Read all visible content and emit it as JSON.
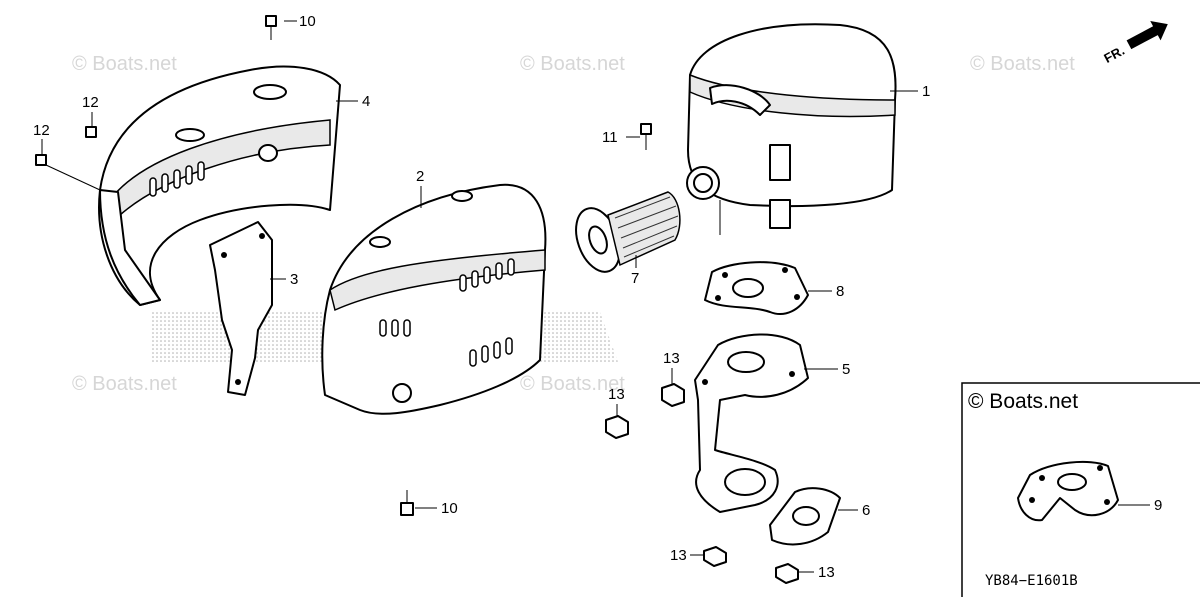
{
  "watermark_text": "© Boats.net",
  "direction_label": "FR.",
  "diagram_code": "YB84−E1601B",
  "inset": {
    "watermark_text": "© Boats.net"
  },
  "callouts": {
    "c1": "1",
    "c2": "2",
    "c3": "3",
    "c4": "4",
    "c5": "5",
    "c6": "6",
    "c7": "7",
    "c8": "8",
    "c9": "9",
    "c10a": "10",
    "c10b": "10",
    "c11": "11",
    "c12a": "12",
    "c12b": "12",
    "c13a": "13",
    "c13b": "13",
    "c13c": "13",
    "c13d": "13"
  }
}
